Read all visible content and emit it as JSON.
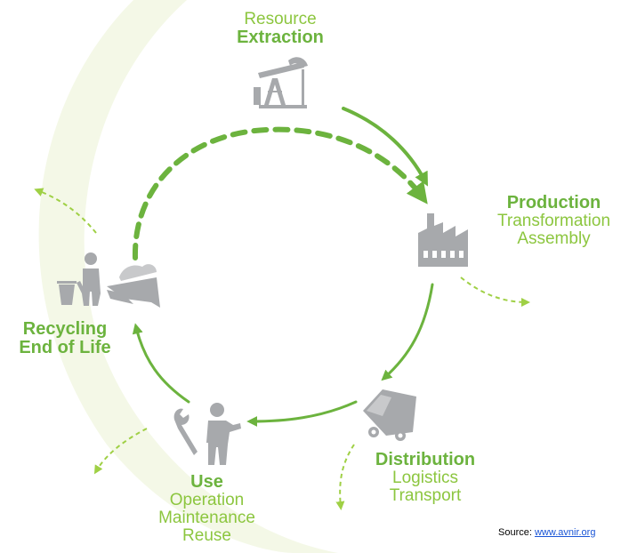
{
  "stages": {
    "extraction": {
      "line1": "Resource",
      "line2": "Extraction"
    },
    "production": {
      "title": "Production",
      "sub1": "Transformation",
      "sub2": "Assembly"
    },
    "distribution": {
      "title": "Distribution",
      "sub1": "Logistics",
      "sub2": "Transport"
    },
    "use": {
      "title": "Use",
      "sub1": "Operation",
      "sub2": "Maintenance",
      "sub3": "Reuse"
    },
    "recycling": {
      "line1": "Recycling",
      "line2": "End of Life"
    }
  },
  "source": {
    "prefix": "Source:",
    "link": "www.avnir.org"
  },
  "colors": {
    "arrow": "#6cb33e",
    "leak": "#9fd045",
    "icon": "#a7a9ac",
    "band": "#f4f8e7"
  },
  "icons": [
    "oil-pump-icon",
    "factory-icon",
    "truck-icon",
    "wrench-icon",
    "person-icon",
    "trash-bin-icon",
    "recycle-hand-icon"
  ]
}
